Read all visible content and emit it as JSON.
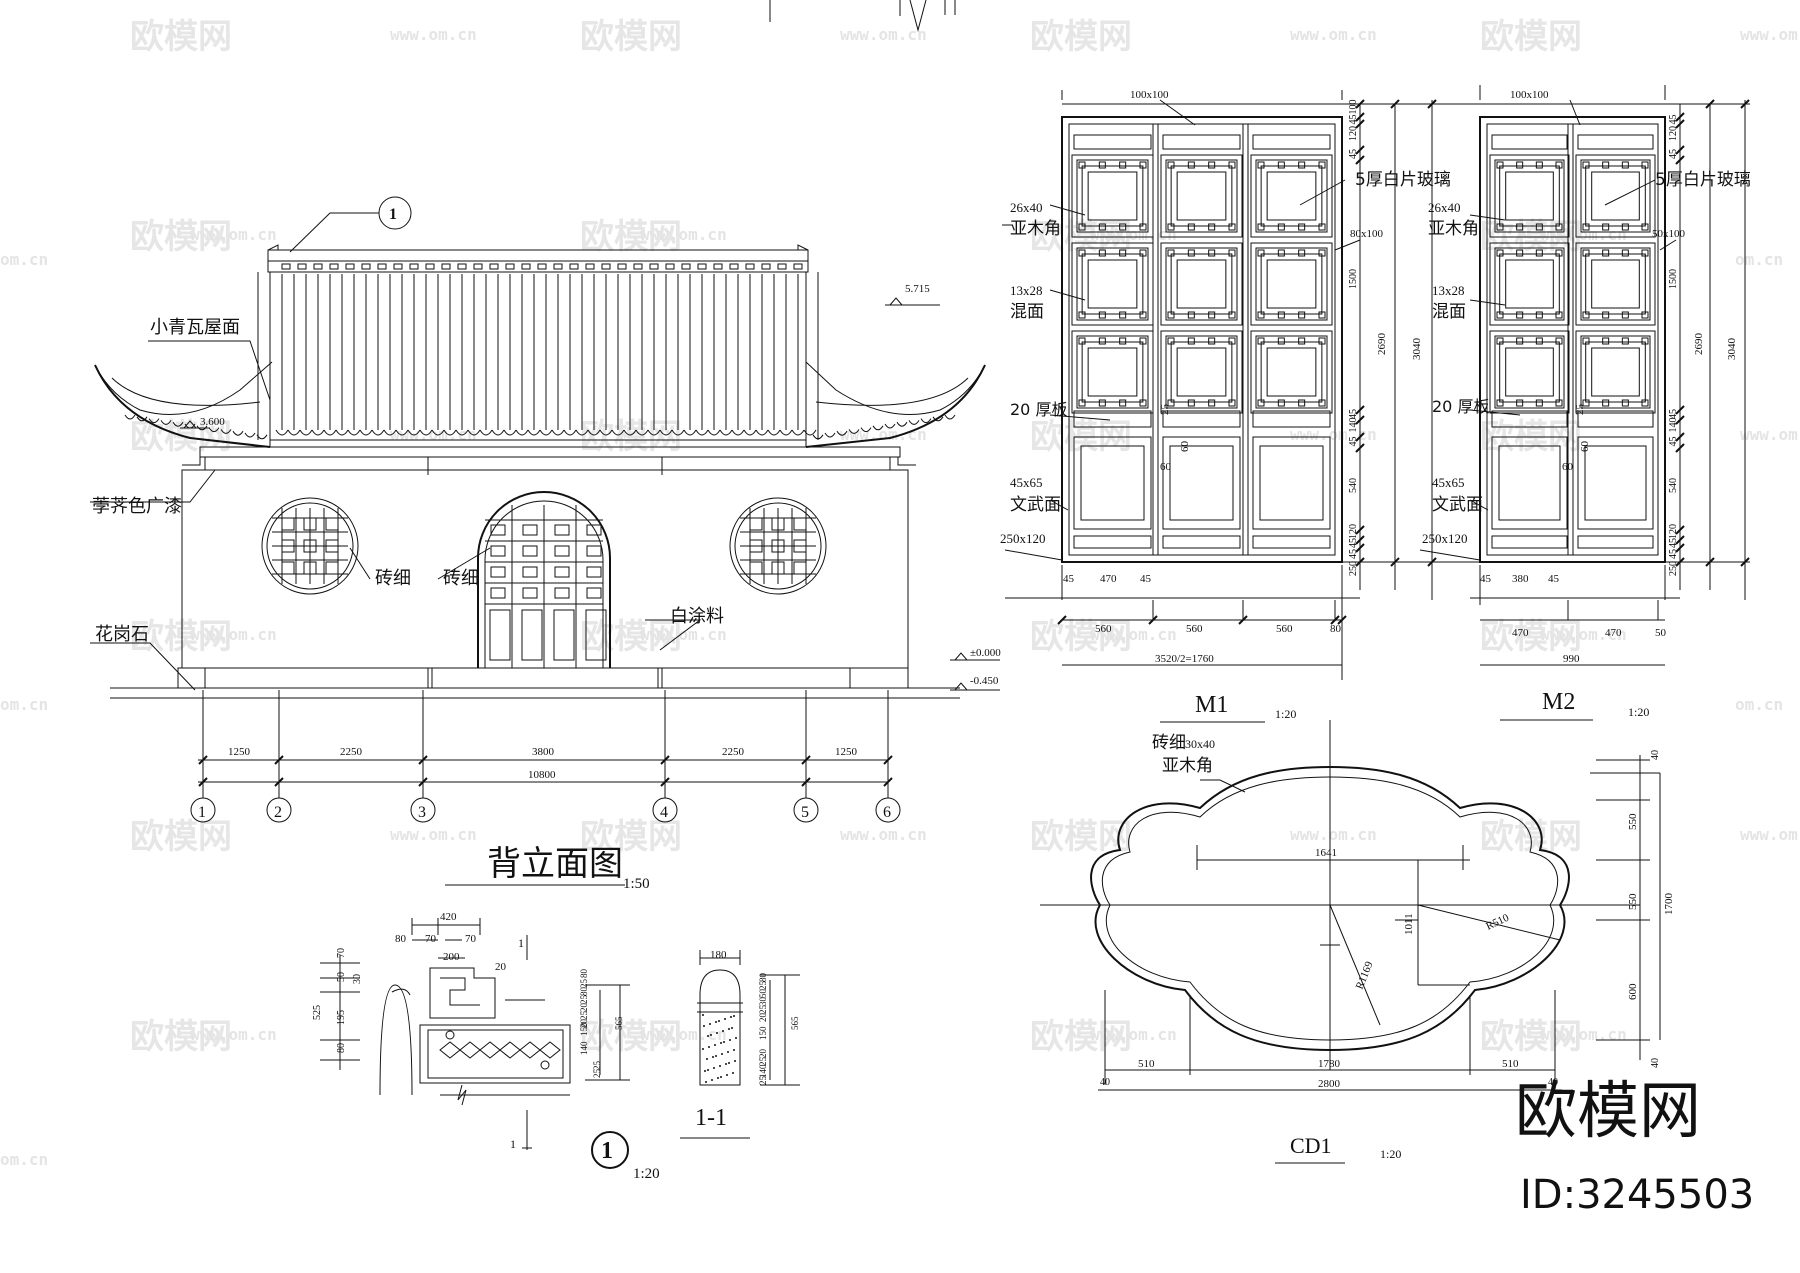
{
  "watermark": {
    "brand": "欧模网",
    "url": "www.om.cn",
    "url_short": "om.cn",
    "id_text": "ID:3245503"
  },
  "elevation": {
    "title": "背立面图",
    "scale": "1:50",
    "labels": {
      "roof": "小青瓦屋面",
      "paint": "荸荠色广漆",
      "brick1": "砖细",
      "brick2": "砖细",
      "white": "白涂料",
      "granite": "花岗石"
    },
    "levels": [
      "5.715",
      "3.600",
      "±0.000",
      "-0.450"
    ],
    "callout": "1",
    "bay_dims": [
      "1250",
      "2250",
      "3800",
      "2250",
      "1250"
    ],
    "total_dim": "10800",
    "axes": [
      "1",
      "2",
      "3",
      "4",
      "5",
      "6"
    ]
  },
  "m1": {
    "title": "M1",
    "scale": "1:20",
    "labels": {
      "top": "100x100",
      "glass": "5厚白片玻璃",
      "yamu_size": "26x40",
      "yamu": "亚木角",
      "mullion": "80x100",
      "hun_size": "13x28",
      "hun": "混面",
      "board": "20 厚板",
      "wenwu_size": "45x65",
      "wenwu": "文武面",
      "base": "250x120"
    },
    "right_dims": [
      "100",
      "45",
      "120",
      "45",
      "1500",
      "45",
      "140",
      "45",
      "540",
      "120",
      "45",
      "45",
      "250"
    ],
    "total_dims": [
      "2690",
      "3040"
    ],
    "inner_dims": [
      "25",
      "60",
      "60"
    ],
    "bottom_small": [
      "45",
      "470",
      "45"
    ],
    "bottom_dims": [
      "560",
      "560",
      "560",
      "80"
    ],
    "bottom_total": "3520/2=1760"
  },
  "m2": {
    "title": "M2",
    "scale": "1:20",
    "labels": {
      "top": "100x100",
      "glass": "5厚白片玻璃",
      "yamu_size": "26x40",
      "yamu": "亚木角",
      "mullion": "50x100",
      "hun_size": "13x28",
      "hun": "混面",
      "board": "20 厚板",
      "wenwu_size": "45x65",
      "wenwu": "文武面",
      "base": "250x120"
    },
    "right_dims": [
      "45",
      "120",
      "45",
      "1500",
      "45",
      "140",
      "45",
      "540",
      "120",
      "45",
      "45",
      "250"
    ],
    "total_dims": [
      "2690",
      "3040"
    ],
    "inner_dims": [
      "25",
      "60",
      "60"
    ],
    "bottom_small": [
      "45",
      "380",
      "45"
    ],
    "bottom_dims": [
      "470",
      "470",
      "50"
    ],
    "bottom_total": "990"
  },
  "cd1": {
    "title": "CD1",
    "scale": "1:20",
    "labels": {
      "brick": "砖细",
      "size": "30x40",
      "yamu": "亚木角"
    },
    "inner_dims": [
      "1641",
      "1011",
      "R510",
      "R1169"
    ],
    "right_dims": [
      "40",
      "550",
      "550",
      "600",
      "40",
      "1700"
    ],
    "bottom_dims": [
      "40",
      "510",
      "1780",
      "510",
      "40"
    ],
    "bottom_total": "2800"
  },
  "detail1": {
    "symbol": "1",
    "scale": "1:20",
    "dims_top": [
      "420",
      "80",
      "70",
      "70",
      "200",
      "20"
    ],
    "dims_left": [
      "70",
      "50",
      "30",
      "525",
      "195",
      "80"
    ],
    "dims_right": [
      "80",
      "25",
      "80",
      "25",
      "20",
      "25",
      "20",
      "150",
      "140",
      "565",
      "25",
      "25"
    ],
    "cut": "1"
  },
  "section11": {
    "title": "1-1",
    "width": "180",
    "dims": [
      "80",
      "25",
      "50",
      "30",
      "25",
      "20",
      "150",
      "20",
      "25",
      "140",
      "565",
      "25"
    ]
  }
}
